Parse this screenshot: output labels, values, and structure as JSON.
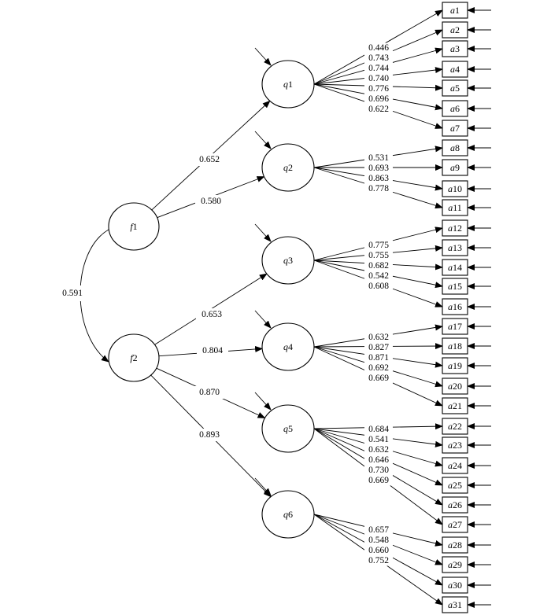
{
  "factors": [
    {
      "id": "f1",
      "label": "f1"
    },
    {
      "id": "f2",
      "label": "f2"
    }
  ],
  "factor_correlation": "0.591",
  "subfactors": [
    {
      "id": "q1",
      "label": "q1",
      "parent": "f1",
      "loading": "0.652"
    },
    {
      "id": "q2",
      "label": "q2",
      "parent": "f1",
      "loading": "0.580"
    },
    {
      "id": "q3",
      "label": "q3",
      "parent": "f2",
      "loading": "0.653"
    },
    {
      "id": "q4",
      "label": "q4",
      "parent": "f2",
      "loading": "0.804"
    },
    {
      "id": "q5",
      "label": "q5",
      "parent": "f2",
      "loading": "0.870"
    },
    {
      "id": "q6",
      "label": "q6",
      "parent": "f2",
      "loading": "0.893"
    }
  ],
  "items": [
    {
      "label": "a1",
      "parent": "q1",
      "loading": "0.446"
    },
    {
      "label": "a2",
      "parent": "q1",
      "loading": "0.743"
    },
    {
      "label": "a3",
      "parent": "q1",
      "loading": "0.744"
    },
    {
      "label": "a4",
      "parent": "q1",
      "loading": "0.740"
    },
    {
      "label": "a5",
      "parent": "q1",
      "loading": "0.776"
    },
    {
      "label": "a6",
      "parent": "q1",
      "loading": "0.696"
    },
    {
      "label": "a7",
      "parent": "q1",
      "loading": "0.622"
    },
    {
      "label": "a8",
      "parent": "q2",
      "loading": "0.531"
    },
    {
      "label": "a9",
      "parent": "q2",
      "loading": "0.693"
    },
    {
      "label": "a10",
      "parent": "q2",
      "loading": "0.863"
    },
    {
      "label": "a11",
      "parent": "q2",
      "loading": "0.778"
    },
    {
      "label": "a12",
      "parent": "q3",
      "loading": "0.775"
    },
    {
      "label": "a13",
      "parent": "q3",
      "loading": "0.755"
    },
    {
      "label": "a14",
      "parent": "q3",
      "loading": "0.682"
    },
    {
      "label": "a15",
      "parent": "q3",
      "loading": "0.542"
    },
    {
      "label": "a16",
      "parent": "q3",
      "loading": "0.608"
    },
    {
      "label": "a17",
      "parent": "q4",
      "loading": "0.632"
    },
    {
      "label": "a18",
      "parent": "q4",
      "loading": "0.827"
    },
    {
      "label": "a19",
      "parent": "q4",
      "loading": "0.871"
    },
    {
      "label": "a20",
      "parent": "q4",
      "loading": "0.692"
    },
    {
      "label": "a21",
      "parent": "q4",
      "loading": "0.669"
    },
    {
      "label": "a22",
      "parent": "q5",
      "loading": "0.684"
    },
    {
      "label": "a23",
      "parent": "q5",
      "loading": "0.541"
    },
    {
      "label": "a24",
      "parent": "q5",
      "loading": "0.632"
    },
    {
      "label": "a25",
      "parent": "q5",
      "loading": "0.646"
    },
    {
      "label": "a26",
      "parent": "q5",
      "loading": "0.730"
    },
    {
      "label": "a27",
      "parent": "q5",
      "loading": "0.669"
    },
    {
      "label": "a28",
      "parent": "q6",
      "loading": "0.657"
    },
    {
      "label": "a29",
      "parent": "q6",
      "loading": "0.548"
    },
    {
      "label": "a30",
      "parent": "q6",
      "loading": "0.660"
    },
    {
      "label": "a31",
      "parent": "q6",
      "loading": "0.752"
    }
  ]
}
